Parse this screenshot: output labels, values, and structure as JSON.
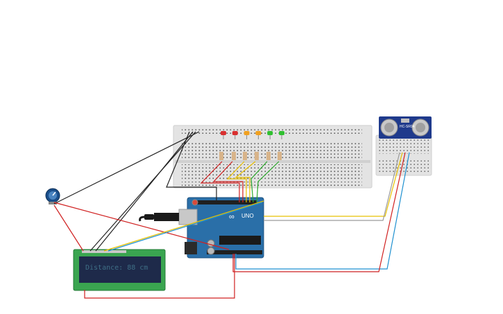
{
  "lcd": {
    "text": "Distance: 88  cm"
  },
  "arduino": {
    "logo": "∞",
    "board_name": "UNO"
  },
  "sensor": {
    "label": "HC-SR04"
  },
  "leds": [
    {
      "color": "#d93030"
    },
    {
      "color": "#d93030"
    },
    {
      "color": "#f0a020"
    },
    {
      "color": "#f0a020"
    },
    {
      "color": "#30c030"
    },
    {
      "color": "#30c030"
    }
  ],
  "wire_colors": {
    "red": "#d02020",
    "black": "#222222",
    "yellow": "#e8c000",
    "blue": "#1e90d0",
    "green": "#2aa82a",
    "orange": "#e07a10",
    "gray": "#9a9a9a"
  }
}
